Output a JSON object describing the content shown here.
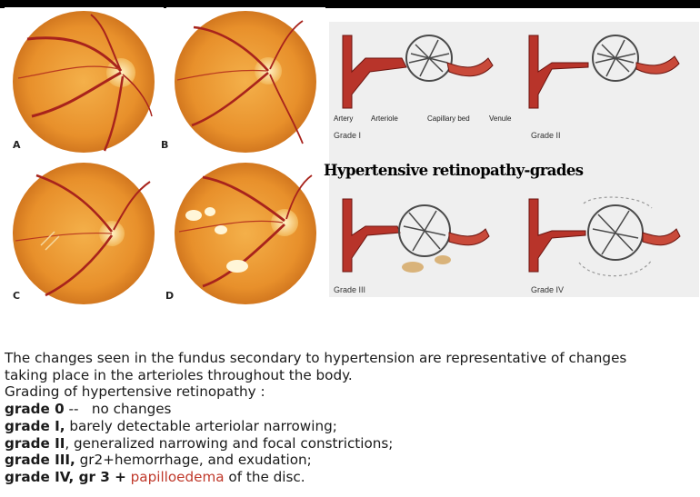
{
  "title": "Hypertensive retinopathy-grades",
  "fundus_labels": [
    "A",
    "B",
    "C",
    "D"
  ],
  "diagram": {
    "labels": [
      "Artery",
      "Arteriole",
      "Capillary bed",
      "Venule"
    ],
    "grades": [
      "Grade I",
      "Grade II",
      "Grade III",
      "Grade IV"
    ]
  },
  "text": {
    "intro1": "The changes seen in the fundus secondary to hypertension are representative of changes",
    "intro2": "taking place in the arterioles throughout the body.",
    "heading": "Grading of hypertensive retinopathy :",
    "g0_label": "grade 0",
    "g0_text": " --   no changes",
    "g1_label": "grade I,",
    "g1_text": " barely detectable arteriolar narrowing;",
    "g2_label": "grade II",
    "g2_text": ", generalized narrowing and focal constrictions;",
    "g3_label": "grade III,",
    "g3_text": " gr2+hemorrhage, and exudation;",
    "g4_label": "grade IV, gr 3 +",
    "g4_red": " papilloedema",
    "g4_text": " of the disc."
  },
  "colors": {
    "fundus": "#e8902b",
    "vessel": "#a8231c",
    "highlight": "#c0392b"
  }
}
